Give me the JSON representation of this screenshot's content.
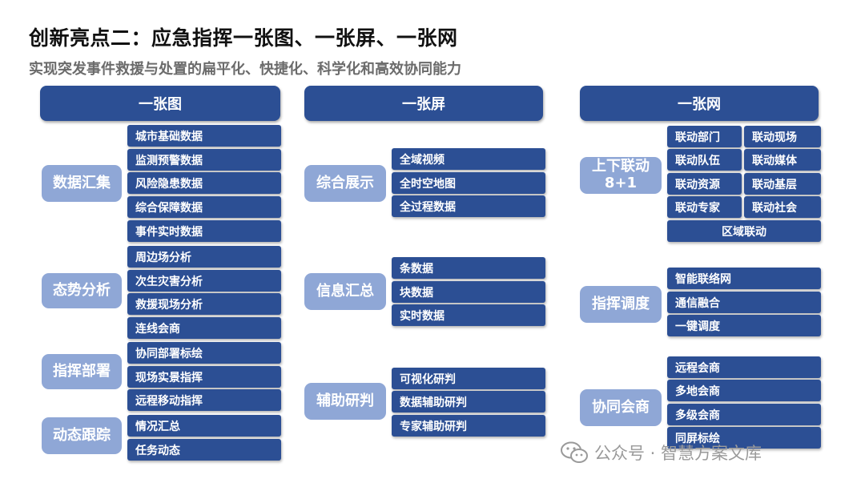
{
  "title": "创新亮点二：应急指挥一张图、一张屏、一张网",
  "subtitle": "实现突发事件救援与处置的扁平化、快捷化、科学化和高效协同能力",
  "col1": {
    "header": "一张图",
    "groups": [
      {
        "label": "数据汇集",
        "items": [
          "城市基础数据",
          "监测预警数据",
          "风险隐患数据",
          "综合保障数据",
          "事件实时数据"
        ]
      },
      {
        "label": "态势分析",
        "items": [
          "周边场分析",
          "次生灾害分析",
          "救援现场分析",
          "连线会商"
        ]
      },
      {
        "label": "指挥部署",
        "items": [
          "协同部署标绘",
          "现场实景指挥",
          "远程移动指挥"
        ]
      },
      {
        "label": "动态跟踪",
        "items": [
          "情况汇总",
          "任务动态"
        ]
      }
    ]
  },
  "col2": {
    "header": "一张屏",
    "groups": [
      {
        "label": "综合展示",
        "items": [
          "全域视频",
          "全时空地图",
          "全过程数据"
        ]
      },
      {
        "label": "信息汇总",
        "items": [
          "条数据",
          "块数据",
          "实时数据"
        ]
      },
      {
        "label": "辅助研判",
        "items": [
          "可视化研判",
          "数据辅助研判",
          "专家辅助研判"
        ]
      }
    ]
  },
  "col3": {
    "header": "一张网",
    "groups": [
      {
        "label_line1": "上下联动",
        "label_line2": "8+1",
        "items": [
          "联动部门",
          "联动现场",
          "联动队伍",
          "联动媒体",
          "联动资源",
          "联动基层",
          "联动专家",
          "联动社会"
        ],
        "footer": "区域联动"
      },
      {
        "label": "指挥调度",
        "items": [
          "智能联络网",
          "通信融合",
          "一键调度"
        ]
      },
      {
        "label": "协同会商",
        "items": [
          "远程会商",
          "多地会商",
          "多级会商",
          "同屏标绘"
        ]
      }
    ]
  },
  "watermark": {
    "text": "公众号 · 智慧方案文库",
    "icon": "wechat-icon"
  },
  "colors": {
    "header": "#2c4f94",
    "item": "#2c4f94",
    "category": "#8fa7d6"
  }
}
